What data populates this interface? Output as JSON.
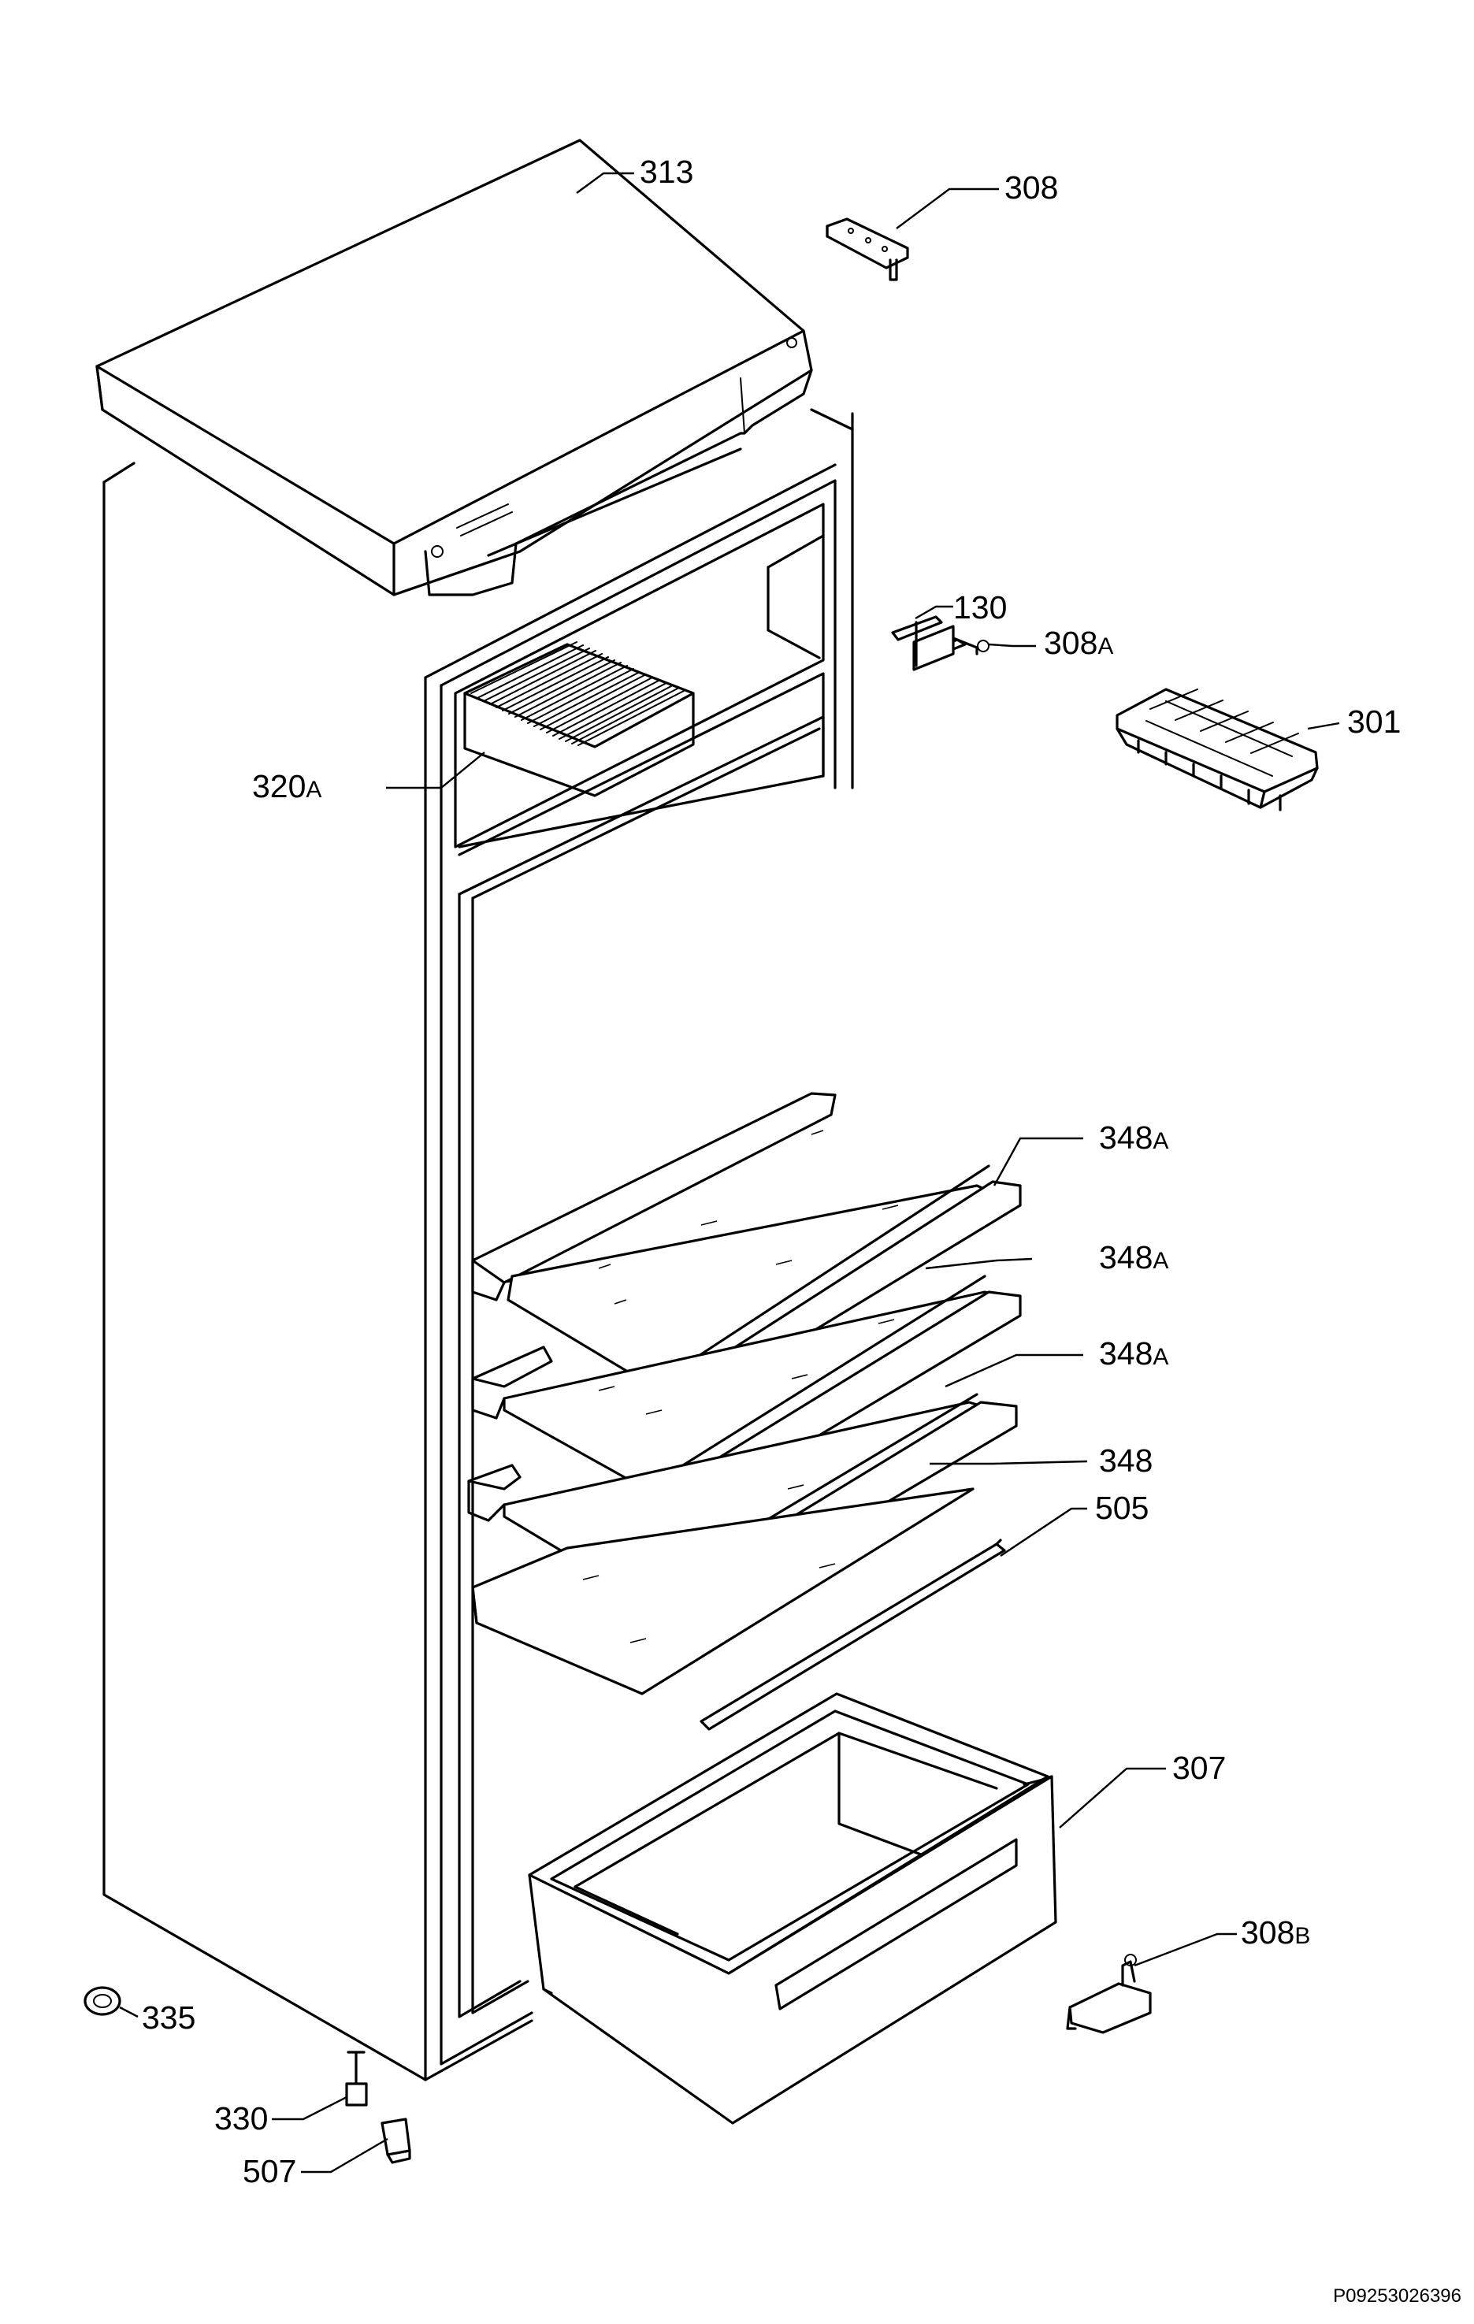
{
  "diagram": {
    "footer_code": "P09253026396",
    "callouts": {
      "c313": "313",
      "c308": "308",
      "c130": "130",
      "c308A": {
        "num": "308",
        "suffix": "A"
      },
      "c301": "301",
      "c320A": {
        "num": "320",
        "suffix": "A"
      },
      "c348A_1": {
        "num": "348",
        "suffix": "A"
      },
      "c348A_2": {
        "num": "348",
        "suffix": "A"
      },
      "c348A_3": {
        "num": "348",
        "suffix": "A"
      },
      "c348": "348",
      "c505": "505",
      "c307": "307",
      "c308B": {
        "num": "308",
        "suffix": "B"
      },
      "c335": "335",
      "c330": "330",
      "c507": "507"
    }
  }
}
